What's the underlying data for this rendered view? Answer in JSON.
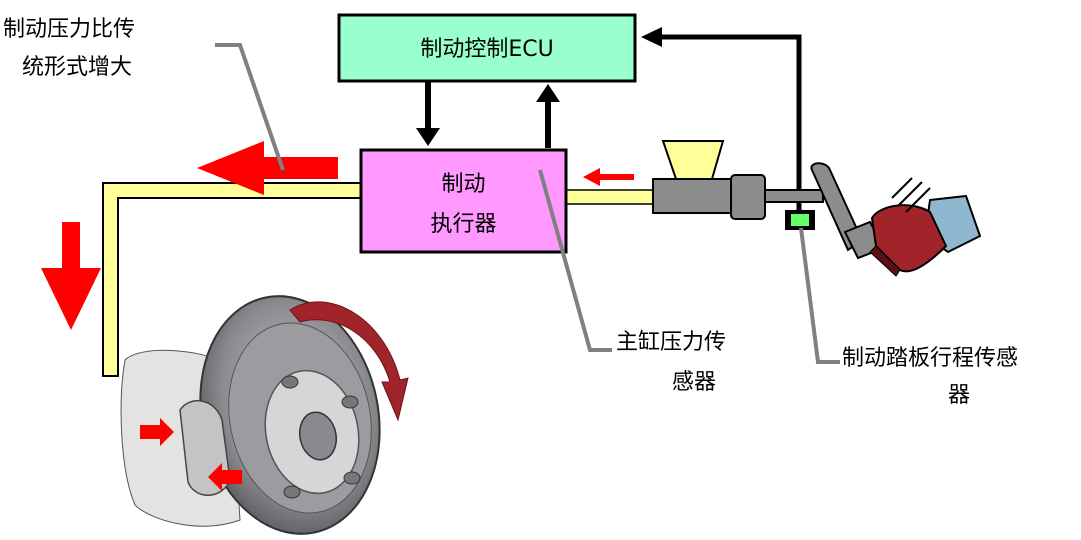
{
  "labels": {
    "top_left_line1": "制动压力比传",
    "top_left_line2": "统形式增大",
    "ecu_box": "制动控制ECU",
    "actuator_line1": "制动",
    "actuator_line2": "执行器",
    "master_cyl_line1": "主缸压力传",
    "master_cyl_line2": "感器",
    "pedal_sensor_line1": "制动踏板行程传感",
    "pedal_sensor_line2": "器"
  },
  "colors": {
    "ecu_fill": "#99ffcc",
    "actuator_fill": "#ff99ff",
    "pipe_fill": "#ffff99",
    "arrow_red": "#ff0000",
    "sensor_green": "#66ff66",
    "leader_gray": "#808080",
    "reservoir_fill": "#ffff99",
    "cylinder_gray": "#8c8c8c",
    "disc_gray": "#8a8a8e",
    "shoe_red": "#a0242a",
    "pants_blue": "#8fb7cf"
  }
}
